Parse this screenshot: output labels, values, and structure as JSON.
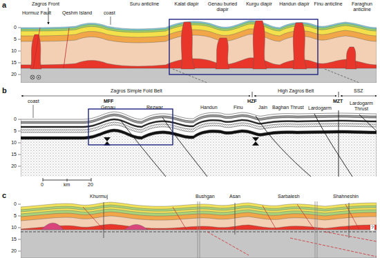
{
  "diagram": {
    "labels": [
      "a",
      "Zagros Front",
      "Hormuz Fault",
      "Qeshm Island",
      "coast",
      "Suru anticline",
      "Kalat diapir",
      "Genau buried diapir",
      "Kurgu diapir",
      "Handun diapir",
      "Finu anticline",
      "Faraghun anticline",
      "0",
      "5",
      "10",
      "15",
      "20",
      "b",
      "Zagros Simple Fold Belt",
      "High Zagros Belt",
      "SSZ",
      "coast",
      "MFF",
      "HZF",
      "MZT",
      "Genau",
      "Rezwar",
      "Handun",
      "Finu",
      "Jain",
      "Baghan Thrust",
      "Lardogarm",
      "Lardogarm Thrust",
      "0",
      "5",
      "10",
      "15",
      "20",
      "0",
      "km",
      "20",
      "c",
      "Khurmuj",
      "Bushgan",
      "Asan",
      "Sarbalesh",
      "Shahneshin",
      "0",
      "5",
      "10",
      "15",
      "20",
      "?"
    ]
  }
}
